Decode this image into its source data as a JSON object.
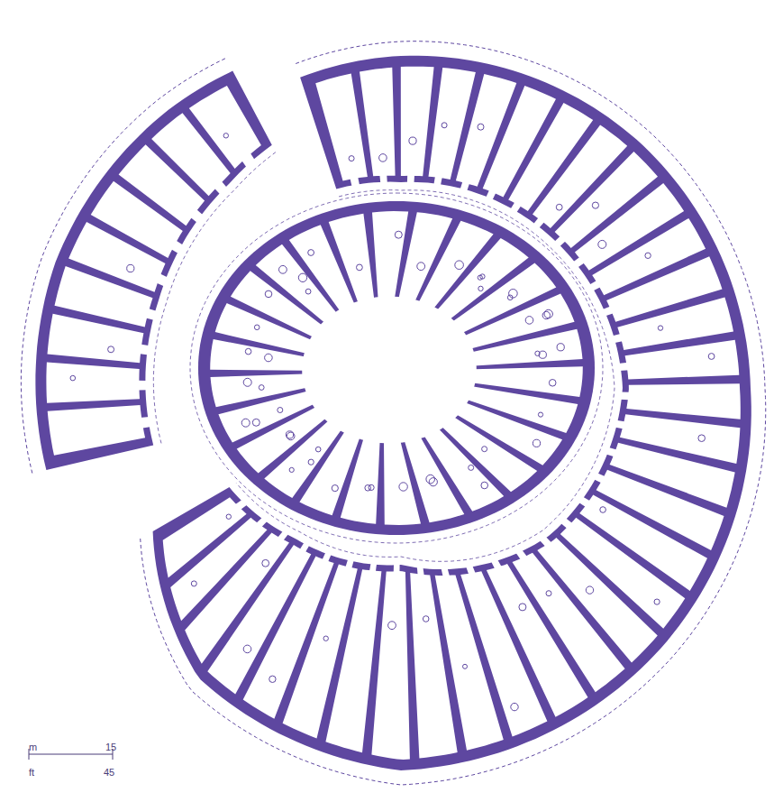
{
  "diagram": {
    "labels": [
      "m",
      "15",
      "ft",
      "45"
    ]
  }
}
